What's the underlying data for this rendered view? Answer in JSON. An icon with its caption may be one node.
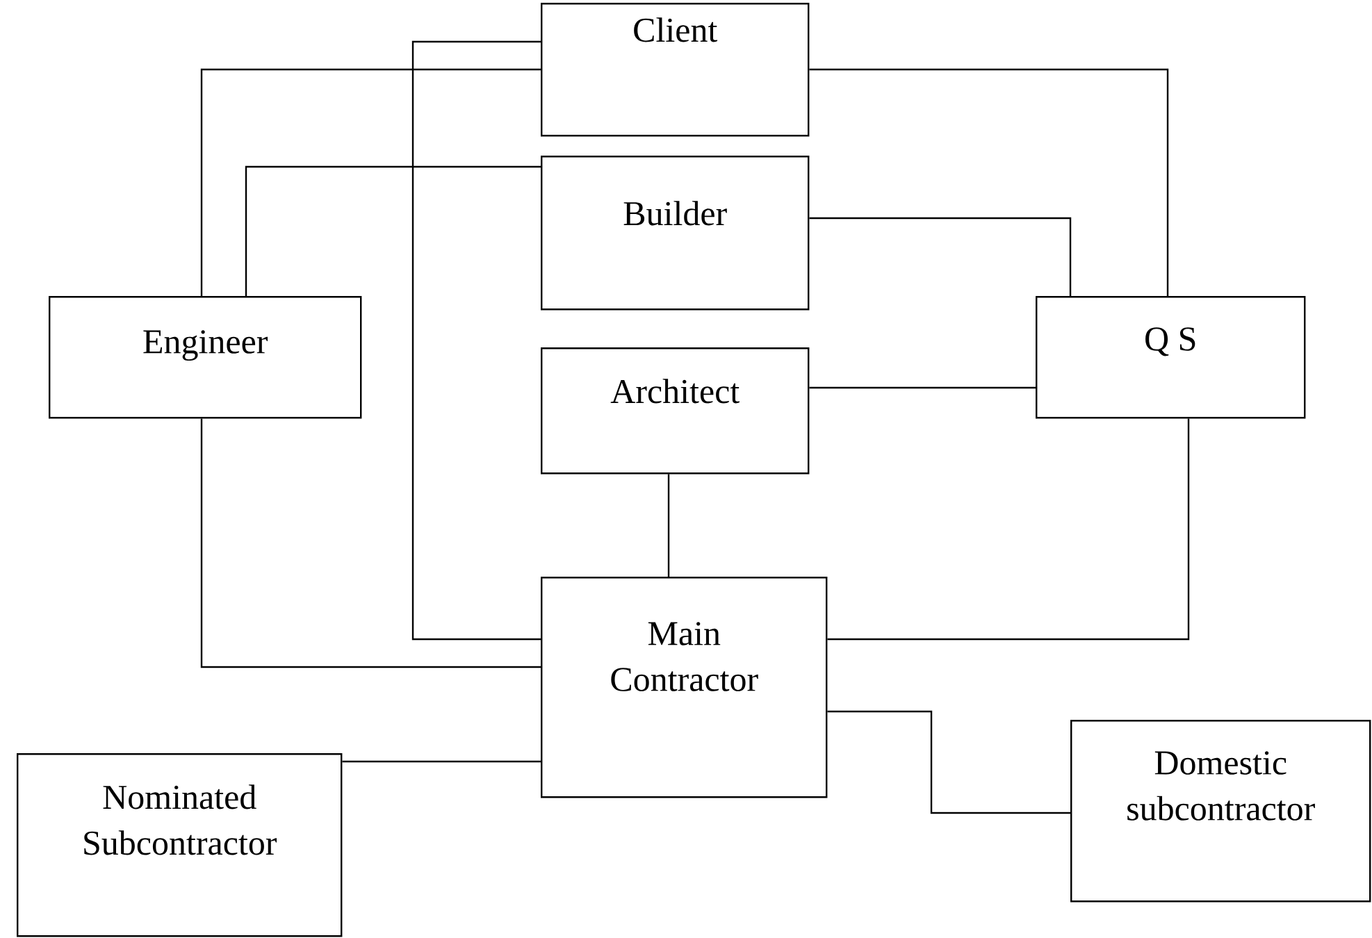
{
  "diagram": {
    "nodes": [
      {
        "text": [
          "Client"
        ]
      },
      {
        "text": [
          "Builder"
        ]
      },
      {
        "text": [
          "Engineer"
        ]
      },
      {
        "text": [
          "Q S"
        ]
      },
      {
        "text": [
          "Architect"
        ]
      },
      {
        "text": [
          "Main Contractor"
        ]
      },
      {
        "text": [
          "Nominated Subcontractor"
        ]
      },
      {
        "text": [
          "Domestic subcontractor"
        ]
      }
    ],
    "edges": [
      {
        "from": 0,
        "to": 2,
        "arrow": "none"
      },
      {
        "from": 0,
        "to": 3,
        "arrow": "none"
      },
      {
        "from": 0,
        "to": 5,
        "arrow": "none"
      },
      {
        "from": 1,
        "to": 2,
        "arrow": "none"
      },
      {
        "from": 1,
        "to": 3,
        "arrow": "none"
      },
      {
        "from": 4,
        "to": 3,
        "arrow": "none"
      },
      {
        "from": 4,
        "to": 5,
        "arrow": "none"
      },
      {
        "from": 2,
        "to": 5,
        "arrow": "none"
      },
      {
        "from": 3,
        "to": 5,
        "arrow": "none"
      },
      {
        "from": 5,
        "to": 7,
        "arrow": "none"
      },
      {
        "from": 5,
        "to": 6,
        "arrow": "none"
      }
    ]
  }
}
